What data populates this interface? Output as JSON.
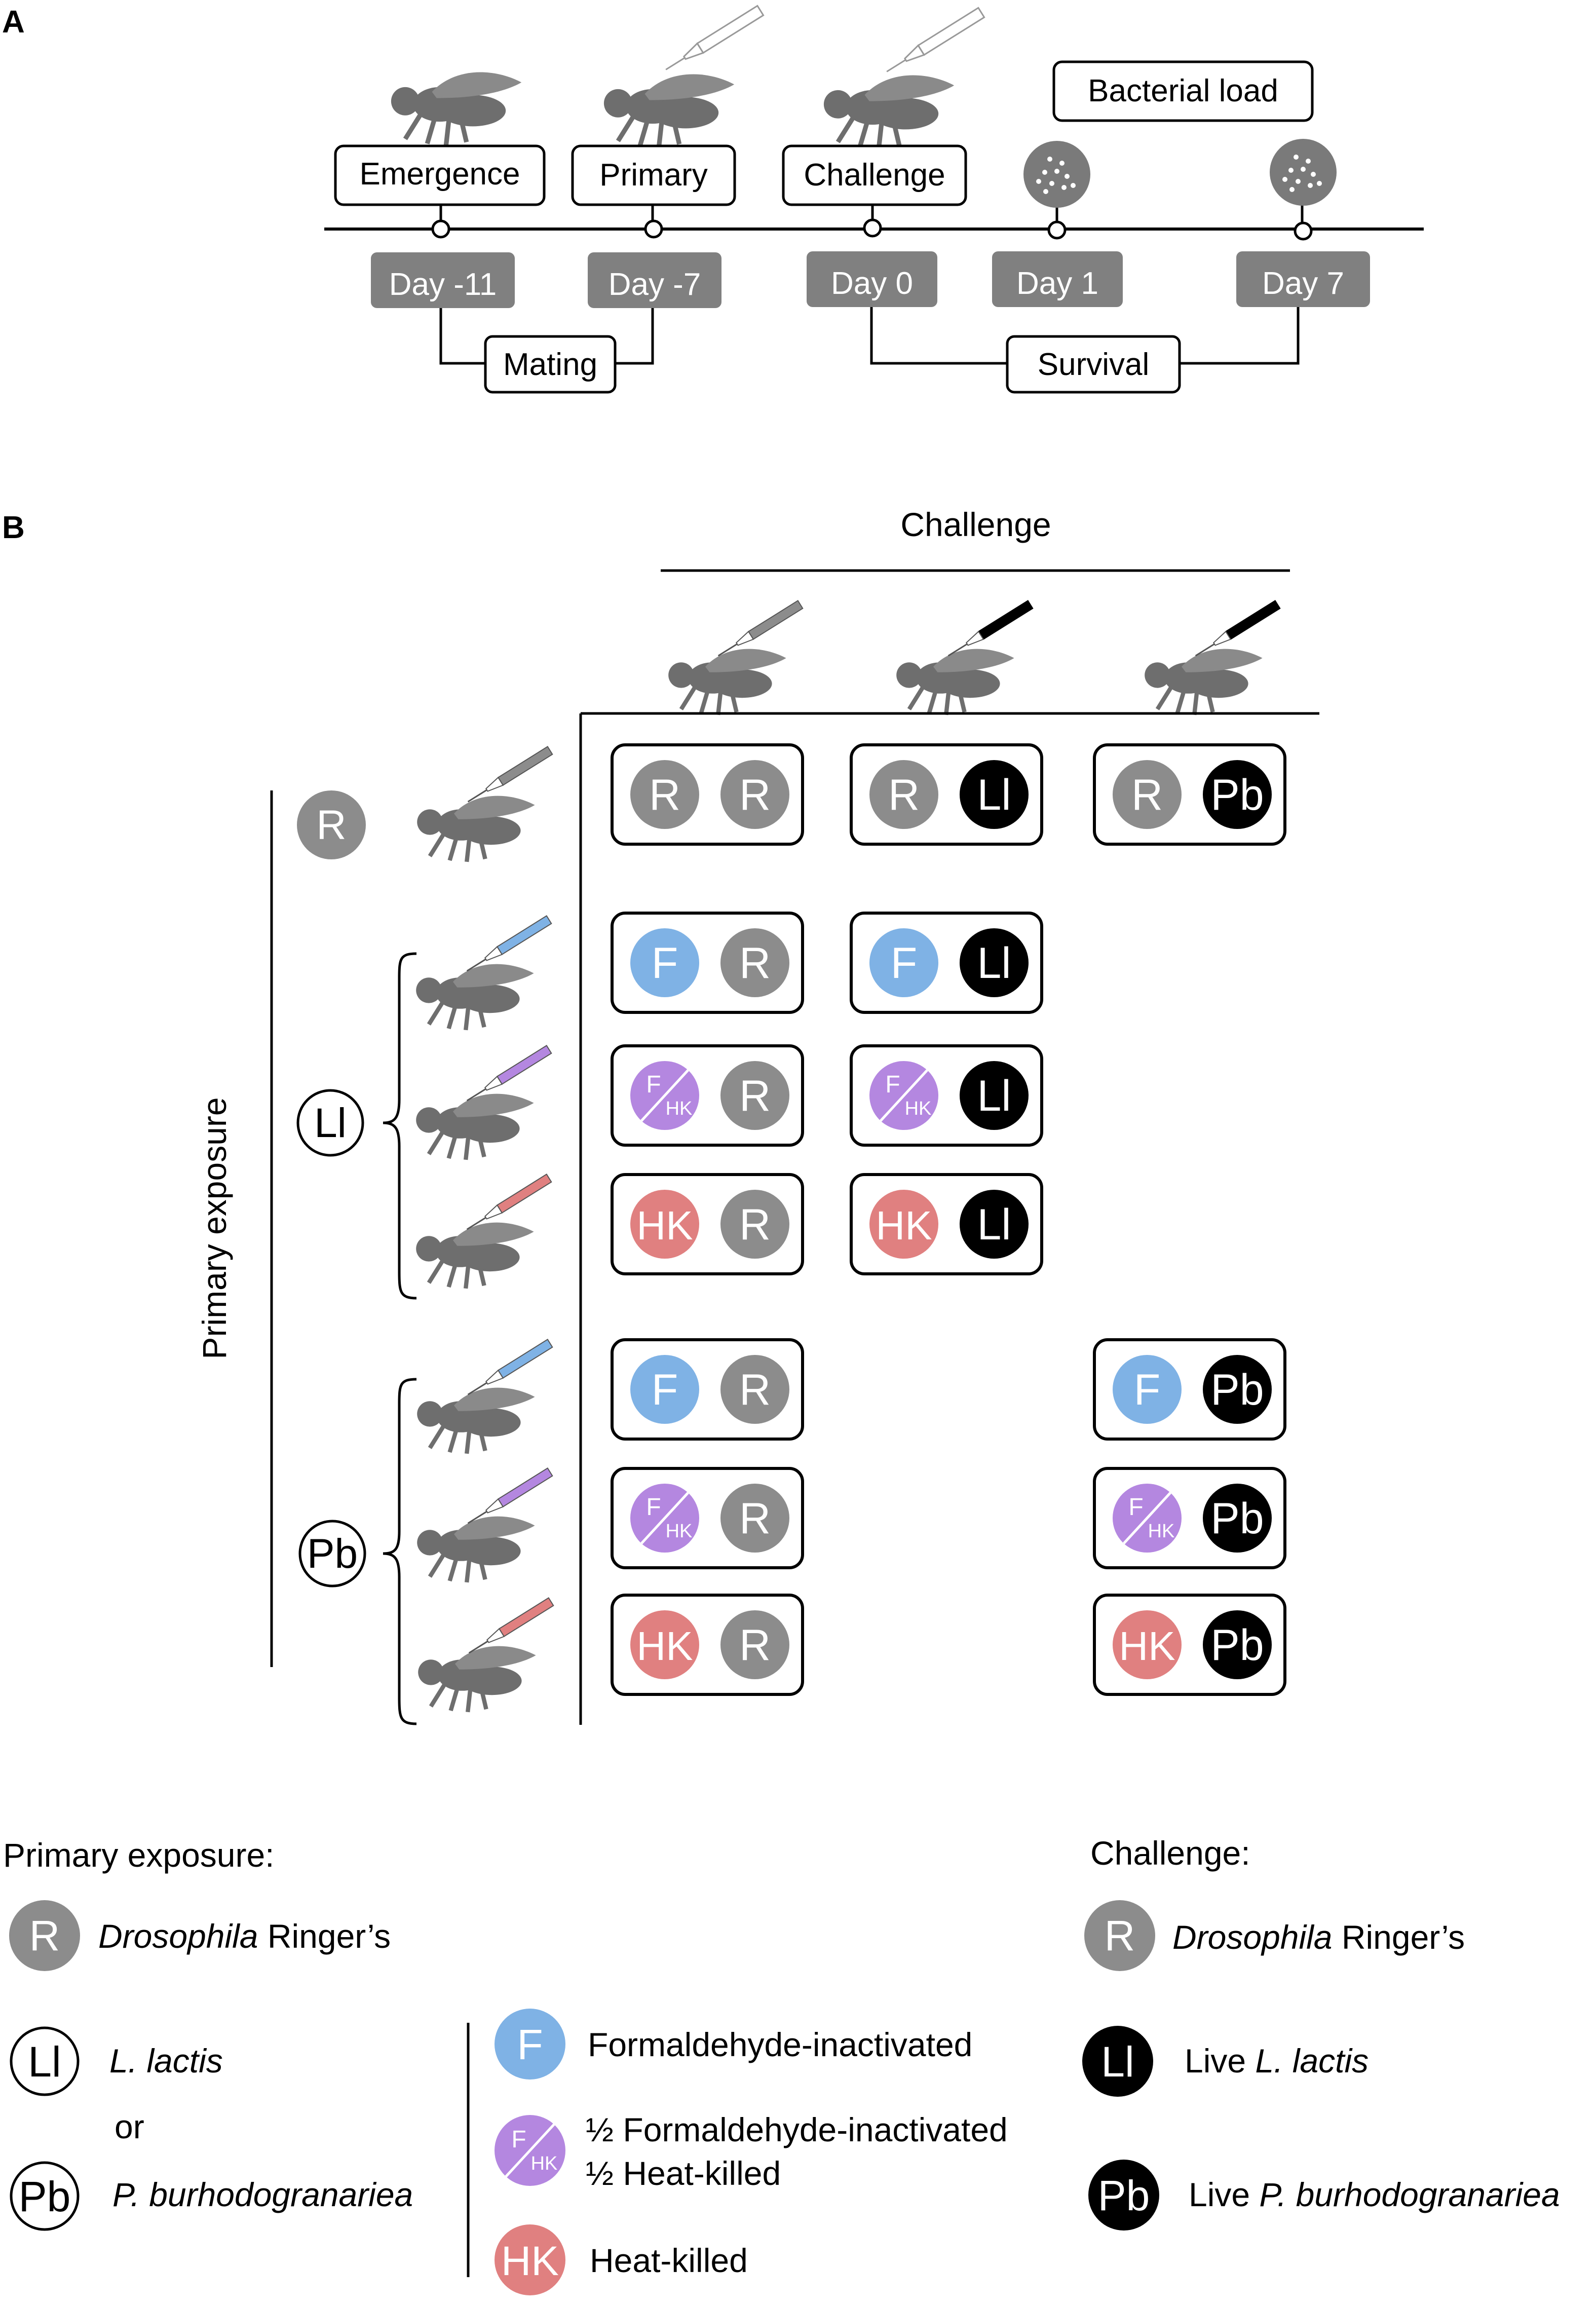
{
  "panel_labels": {
    "a": "A",
    "b": "B"
  },
  "timeline": {
    "events_top": [
      "Emergence",
      "Primary",
      "Challenge"
    ],
    "bacterial_load": "Bacterial load",
    "days": [
      "Day -11",
      "Day -7",
      "Day 0",
      "Day 1",
      "Day 7"
    ],
    "mating": "Mating",
    "survival": "Survival"
  },
  "panel_b": {
    "challenge_header": "Challenge",
    "primary_exposure_label": "Primary exposure",
    "row_group_labels": {
      "ringer": "R",
      "ll": "Ll",
      "pb": "Pb"
    },
    "rows": [
      [
        "R",
        "R",
        "R",
        "Ll",
        "R",
        "Pb"
      ],
      [
        "F",
        "R",
        "F",
        "Ll"
      ],
      [
        "F/HK",
        "R",
        "F/HK",
        "Ll"
      ],
      [
        "HK",
        "R",
        "HK",
        "Ll"
      ],
      [
        "F",
        "R",
        "F",
        "Pb"
      ],
      [
        "F/HK",
        "R",
        "F/HK",
        "Pb"
      ],
      [
        "HK",
        "R",
        "HK",
        "Pb"
      ]
    ],
    "fhk": {
      "f": "F",
      "hk": "HK"
    }
  },
  "legend": {
    "primary_title": "Primary exposure:",
    "challenge_title": "Challenge:",
    "ringer_symbol": "R",
    "ringer_italic": "Drosophila",
    "ringer_rest": " Ringer’s",
    "ll_symbol": "Ll",
    "ll_label": "L. lactis",
    "or": "or",
    "pb_symbol": "Pb",
    "pb_label": "P. burhodogranariea",
    "f_symbol": "F",
    "f_label": "Formaldehyde-inactivated",
    "fhk_label_1": "½ Formaldehyde-inactivated",
    "fhk_label_2": "½ Heat-killed",
    "hk_symbol": "HK",
    "hk_label": "Heat-killed",
    "live_prefix": "Live ",
    "live_ll": "L. lactis",
    "live_pb": "P. burhodogranariea"
  },
  "colors": {
    "ringer": "#8c8c8c",
    "live": "#000000",
    "formaldehyde": "#7fb2e5",
    "mixed": "#b487e0",
    "heat_killed": "#e08080",
    "day_box": "#808080",
    "fly": "#6e6e6e"
  }
}
